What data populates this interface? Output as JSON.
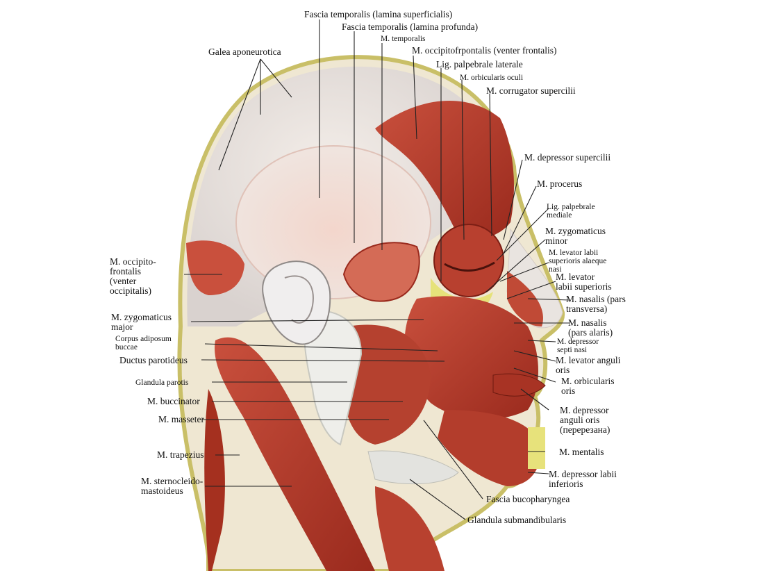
{
  "labels": {
    "fascia_temporalis_superficialis": "Fascia temporalis (lamina superficialis)",
    "fascia_temporalis_profunda": "Fascia temporalis (lamina profunda)",
    "m_temporalis": "M. temporalis",
    "m_occipitofrontalis_frontalis": "M. occipitofrpontalis (venter frontalis)",
    "lig_palpebrale_laterale": "Lig. palpebrale laterale",
    "m_orbicularis_oculi": "M. orbicularis oculi",
    "m_corrugator_supercilii": "M. corrugator supercilii",
    "galea_aponeurotica": "Galea aponeurotica",
    "m_depressor_supercilii": "M. depressor supercilii",
    "m_procerus": "M. procerus",
    "lig_palpebrale_mediale": "Lig. palpebrale\nmediale",
    "m_zygomaticus_minor": "M. zygomaticus\nminor",
    "m_levator_labii_alaeque": "M. levator labii\nsuperioris alaeque\nnasi",
    "m_levator_labii_superioris": "M. levator\nlabii superioris",
    "m_nasalis_transversa": "M. nasalis (pars\ntransversa)",
    "m_nasalis_alaris": "M. nasalis\n(pars alaris)",
    "m_depressor_septi": "M. depressor\nseptі nasi",
    "m_levator_anguli_oris": "M. levator anguli\noris",
    "m_orbicularis_oris": "M. orbicularis\noris",
    "m_depressor_anguli_oris": "M. depressor\nanguli oris\n(перерезана)",
    "m_mentalis": "M. mentalis",
    "m_depressor_labii_inferioris": "M. depressor labii\ninferioris",
    "fascia_bucopharyngea": "Fascia bucopharyngea",
    "glandula_submandibularis": "Glandula submandibularis",
    "m_occipitofrontalis_occipitalis": "M. occipito-\nfrontalis\n(venter\noccipitalis)",
    "m_zygomaticus_major": "M. zygomaticus\nmajor",
    "corpus_adiposum_buccae": "Corpus adiposum\nbuccae",
    "ductus_parotideus": "Ductus parotideus",
    "glandula_parotis": "Glandula parotis",
    "m_buccinator": "M. buccinator",
    "m_masseter": "M. masseter",
    "m_trapezius": "M. trapezius",
    "m_sternocleidomastoideus": "M. sternocleido-\nmastoideus"
  },
  "colors": {
    "muscle": "#b83a2c",
    "muscle_dark": "#8e2418",
    "muscle_light": "#d9826e",
    "fascia": "#ede5df",
    "fat": "#e8e07a",
    "gland": "#eeeeea",
    "skin_edge": "#d8cf7a",
    "leader": "#222222"
  }
}
